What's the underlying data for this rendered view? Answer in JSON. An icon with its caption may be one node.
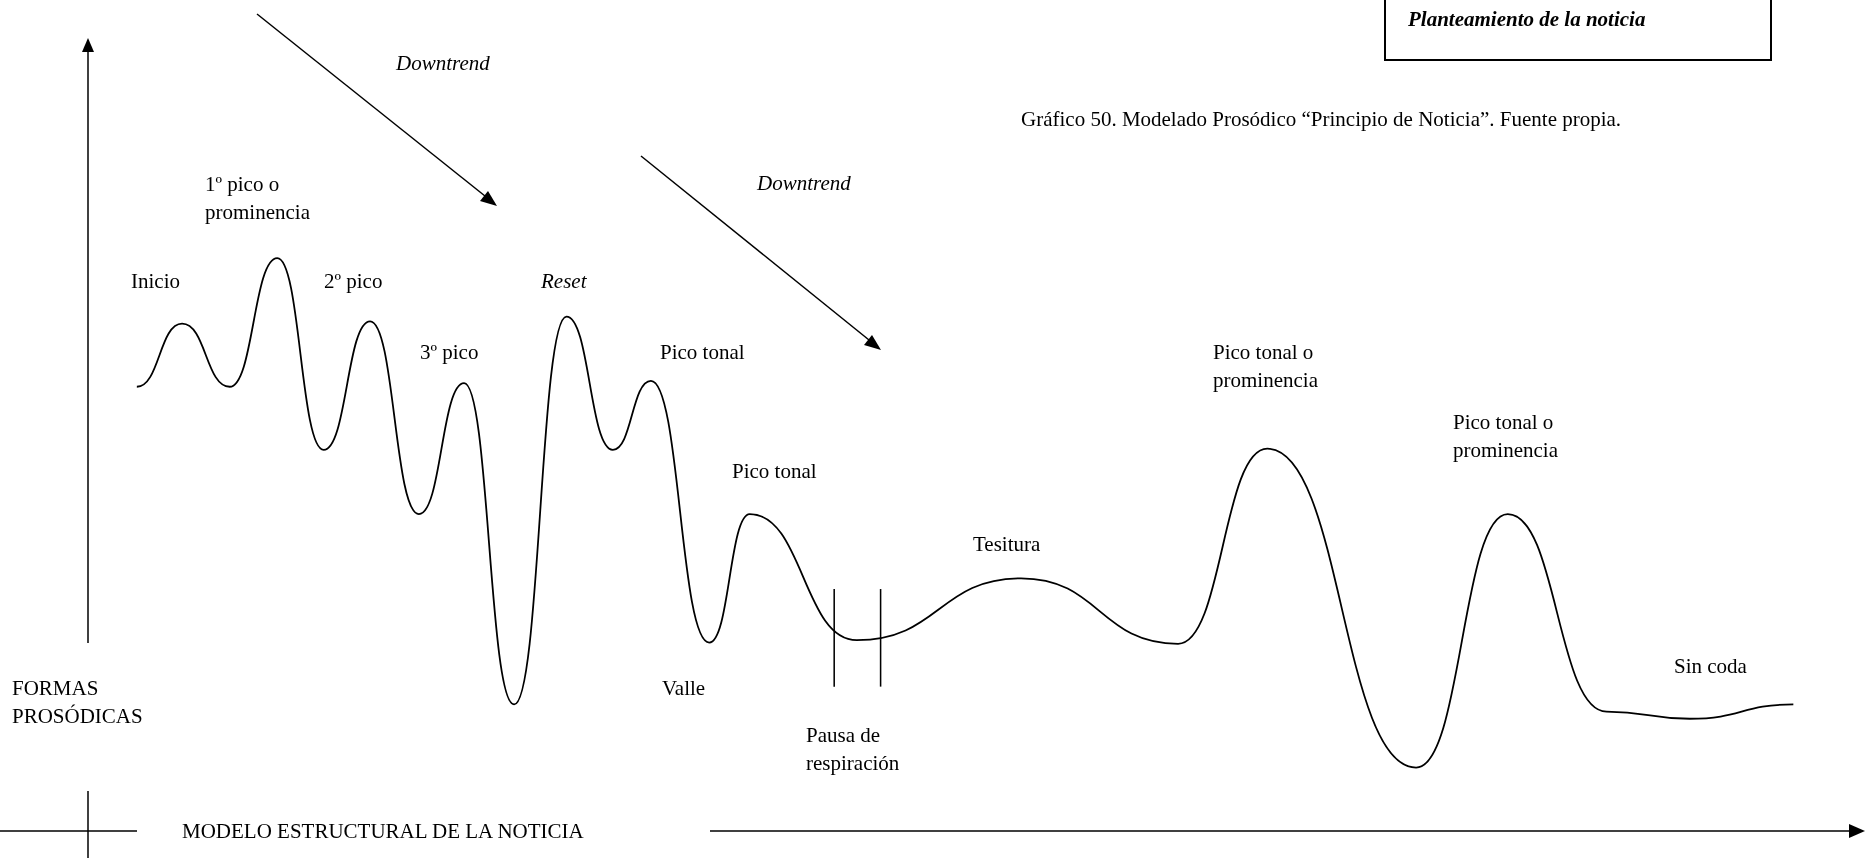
{
  "diagram": {
    "caption": "Gráfico 50. Modelado Prosódico “Principio de Noticia”. Fuente propia.",
    "nodes": [
      {
        "text": [
          "Planteamiento de la noticia"
        ]
      }
    ],
    "labels": [
      "Downtrend",
      "1º pico o prominencia",
      "Downtrend",
      "Inicio",
      "2º pico",
      "Reset",
      "3º pico",
      "Pico tonal",
      "Pico tonal o prominencia",
      "Pico tonal o prominencia",
      "Pico tonal",
      "Tesitura",
      "Sin coda",
      "FORMAS PROSÓDICAS",
      "Valle",
      "Pausa de respiración",
      "MODELO ESTRUCTURAL DE LA NOTICIA"
    ]
  }
}
